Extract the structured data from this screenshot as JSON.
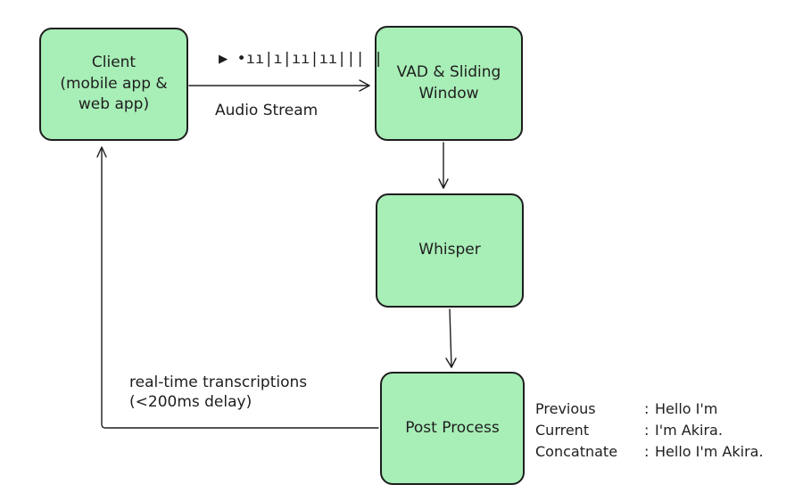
{
  "nodes": {
    "client": "Client\n(mobile app &\nweb app)",
    "vad": "VAD & Sliding\nWindow",
    "whisper": "Whisper",
    "post_process": "Post Process"
  },
  "edges": {
    "audio_stream_label": "Audio Stream",
    "audio_waveform": "▶ •ıı|ı|ıı|ıı|||  |",
    "transcriptions_label": "real-time transcriptions\n(<200ms delay)"
  },
  "example": {
    "rows": [
      {
        "key": "Previous",
        "sep": ":",
        "value": "Hello I'm"
      },
      {
        "key": "Current",
        "sep": ":",
        "value": "I'm Akira."
      },
      {
        "key": "Concatnate",
        "sep": ":",
        "value": "Hello I'm Akira."
      }
    ]
  },
  "colors": {
    "node_fill": "#a8eeb7",
    "stroke": "#1e1e1e",
    "background": "#ffffff"
  }
}
